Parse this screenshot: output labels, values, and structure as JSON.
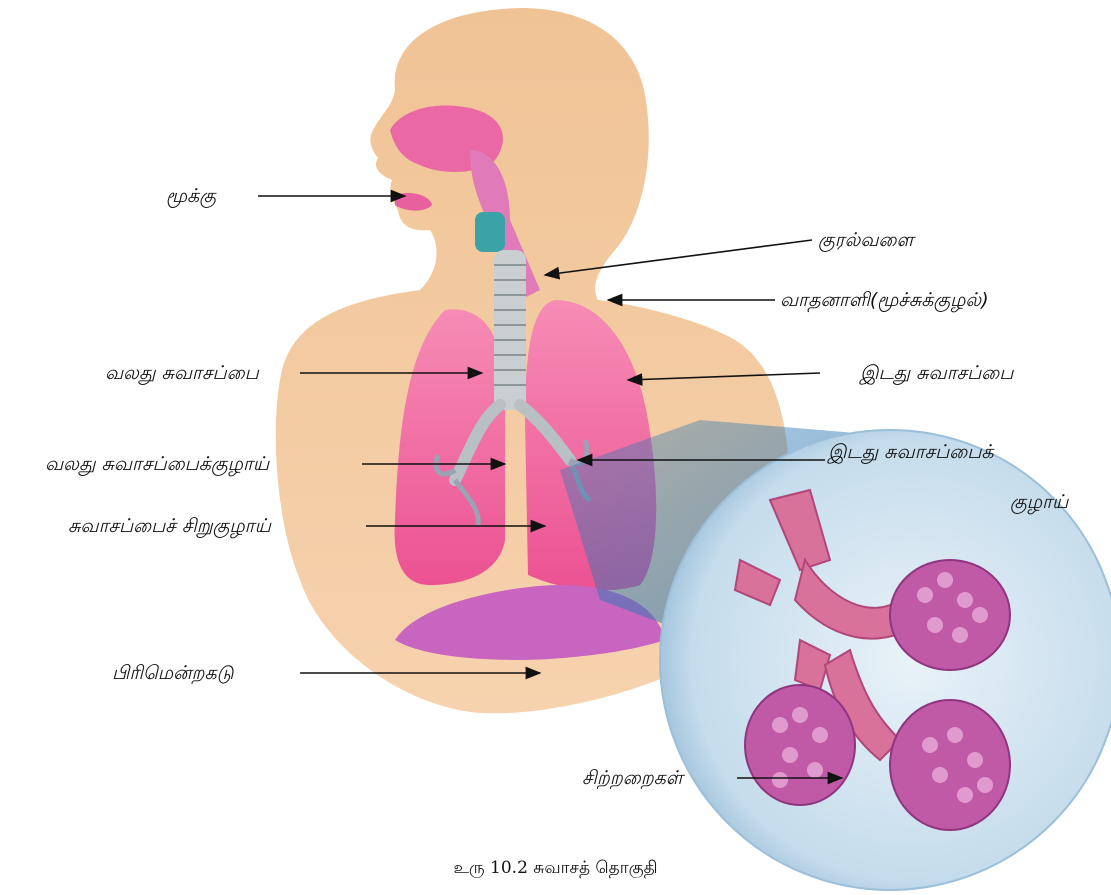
{
  "labels": {
    "nose": "மூக்கு",
    "larynx": "குரல்வளை",
    "trachea": "வாதனாளி(மூச்சுக்குழல்)",
    "right_lung": "வலது சுவாசப்பை",
    "left_lung": "இடது சுவாசப்பை",
    "right_bronchus": "வலது  சுவாசப்பைக்குழாய்",
    "left_bronchus_line1": "இடது சுவாசப்பைக்",
    "left_bronchus_line2": "குழாய்",
    "bronchiole": "சுவாசப்பைச் சிறுகுழாய்",
    "diaphragm": "பிரிமென்றகடு",
    "alveoli": "சிற்றறைகள்"
  },
  "caption": "உரு 10.2 சுவாசத் தொகுதி",
  "colors": {
    "skin": "#f2c49a",
    "lung": "#f06aa0",
    "diaphragm": "#c865c0",
    "zoom_circle": "#cfe3f1",
    "alveoli": "#c25aa8",
    "arrow": "#111111"
  }
}
